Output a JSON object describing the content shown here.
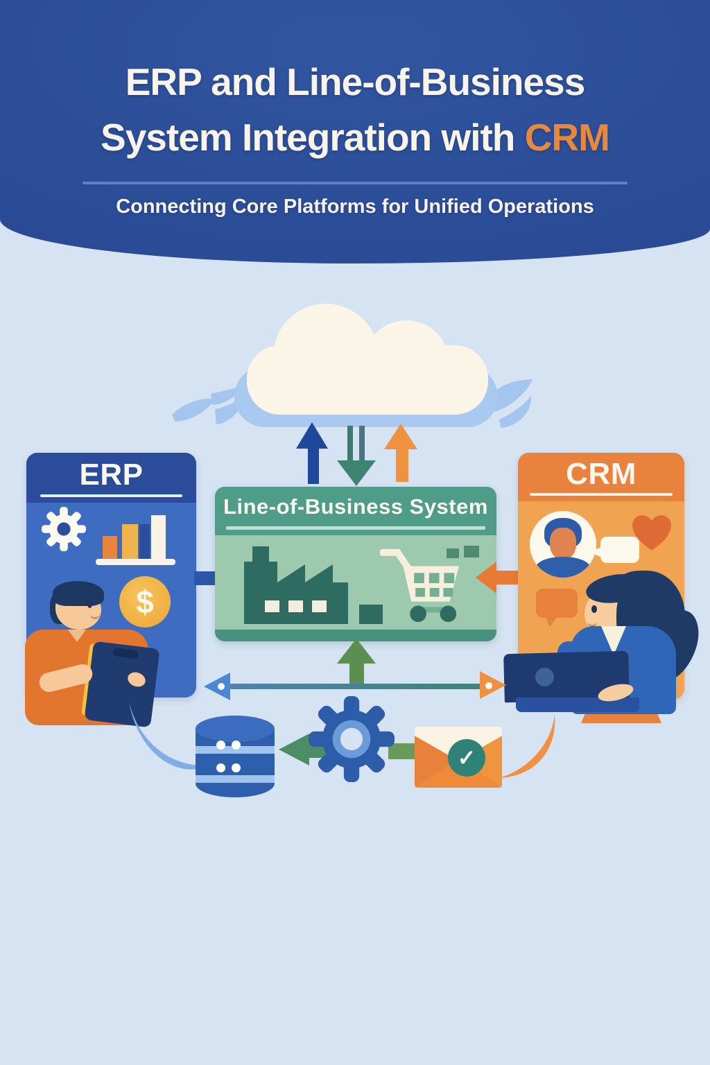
{
  "poster": {
    "header": {
      "title_line1": "ERP and Line-of-Business",
      "title_line2_prefix": "System Integration with ",
      "title_line2_highlight": "CRM",
      "subtitle": "Connecting Core Platforms for Unified Operations"
    },
    "diagram": {
      "erp_card": {
        "title": "ERP"
      },
      "lob_box": {
        "title": "Line-of-Business System"
      },
      "crm_card": {
        "title": "CRM"
      },
      "coin_symbol": "$",
      "check_symbol": "✓"
    },
    "icons": {
      "cloud": "cloud-shape",
      "upload-arrow-blue": "up-arrow",
      "download-arrow-teal": "down-arrow",
      "upload-arrow-orange": "up-arrow",
      "gear": "cog-shape",
      "bar-chart": "three-bars-on-baseline",
      "dollar-coin": "$ coin",
      "factory": "factory-silhouette",
      "shopping-cart": "cart-shape",
      "customer-avatar": "person-bust-in-circle",
      "speech-bubble": "rounded-bubble-with-tail",
      "heart": "heart-shape",
      "database": "stacked-cylinder",
      "integration-gear": "cog-shape",
      "email-check": "envelope-with-checkmark",
      "cycle-swoosh": "curved-crescent"
    },
    "colors": {
      "banner_blue": "#2B4C99",
      "background_light_blue": "#D5E3F2",
      "title_cream": "#F8F4EA",
      "accent_orange": "#E8883E",
      "erp_header": "#2A4C9B",
      "erp_body": "#3D6CC0",
      "lob_header": "#4F9D88",
      "lob_body": "#9DC9AE",
      "crm_header": "#E8823C",
      "crm_body": "#F0A452",
      "arrow_blue": "#1F489C",
      "arrow_teal": "#3E8473",
      "arrow_orange": "#F0913F",
      "arrow_green": "#5B8F52",
      "database_blue": "#2E5FAD",
      "gear_blue": "#2D5CA8",
      "envelope_orange": "#EE8F3E",
      "check_teal": "#2E8376"
    }
  }
}
